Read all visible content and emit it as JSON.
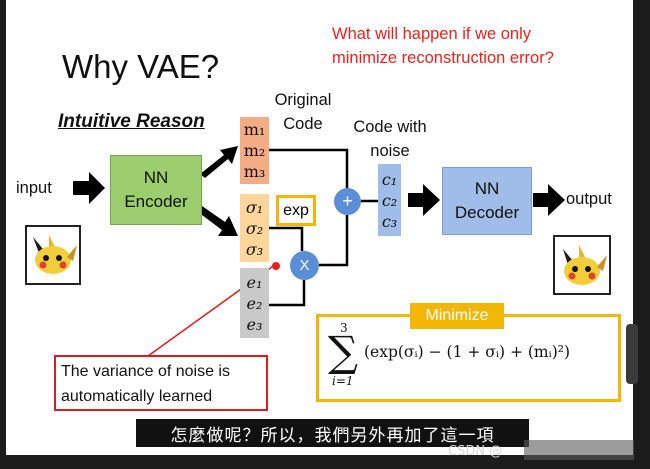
{
  "slide": {
    "title": "Why VAE?",
    "question_line1": "What will happen if we only",
    "question_line2": "minimize reconstruction error?",
    "intuitive": "Intuitive Reason"
  },
  "labels": {
    "input": "input",
    "output": "output",
    "original_code_1": "Original",
    "original_code_2": "Code",
    "code_with_noise_1": "Code with",
    "code_with_noise_2": "noise",
    "exp": "exp"
  },
  "encoder": {
    "line1": "NN",
    "line2": "Encoder"
  },
  "decoder": {
    "line1": "NN",
    "line2": "Decoder"
  },
  "m_vector": [
    "m₁",
    "m₂",
    "m₃"
  ],
  "sigma_vector": [
    "σ₁",
    "σ₂",
    "σ₃"
  ],
  "e_vector": [
    "e₁",
    "e₂",
    "e₃"
  ],
  "c_vector": [
    "c₁",
    "c₂",
    "c₃"
  ],
  "ops": {
    "plus": "+",
    "times": "X"
  },
  "minimize": {
    "tag": "Minimize",
    "sum_upper": "3",
    "sum_lower": "i=1",
    "sigma": "∑",
    "expression": "(exp(σᵢ) − (1 + σᵢ) + (mᵢ)²)"
  },
  "callout": {
    "line1": "The variance of noise is",
    "line2": "automatically learned"
  },
  "subtitle": "怎麼做呢？所以，我們另外再加了這一項",
  "watermark": "CSDN @",
  "colors": {
    "encoder": "#9ccd6f",
    "decoder": "#a0bce8",
    "m_vector": "#f4ac85",
    "sigma_vector": "#fcd69a",
    "e_vector": "#c9c9c9",
    "highlight": "#f2b705",
    "question": "#e8231d",
    "node": "#5a8fd8"
  },
  "icons": [
    "pikachu-input-image",
    "pikachu-output-image",
    "arrow-right-icon"
  ]
}
